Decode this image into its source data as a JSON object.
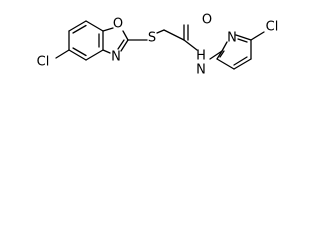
{
  "molecule": {
    "atoms": {
      "cl_left": "Cl",
      "o_ring": "O",
      "n_ring": "N",
      "s_thio": "S",
      "o_carbonyl": "O",
      "nh_amide": "H",
      "n_amide": "N",
      "n_pyridine": "N",
      "cl_right": "Cl"
    }
  }
}
